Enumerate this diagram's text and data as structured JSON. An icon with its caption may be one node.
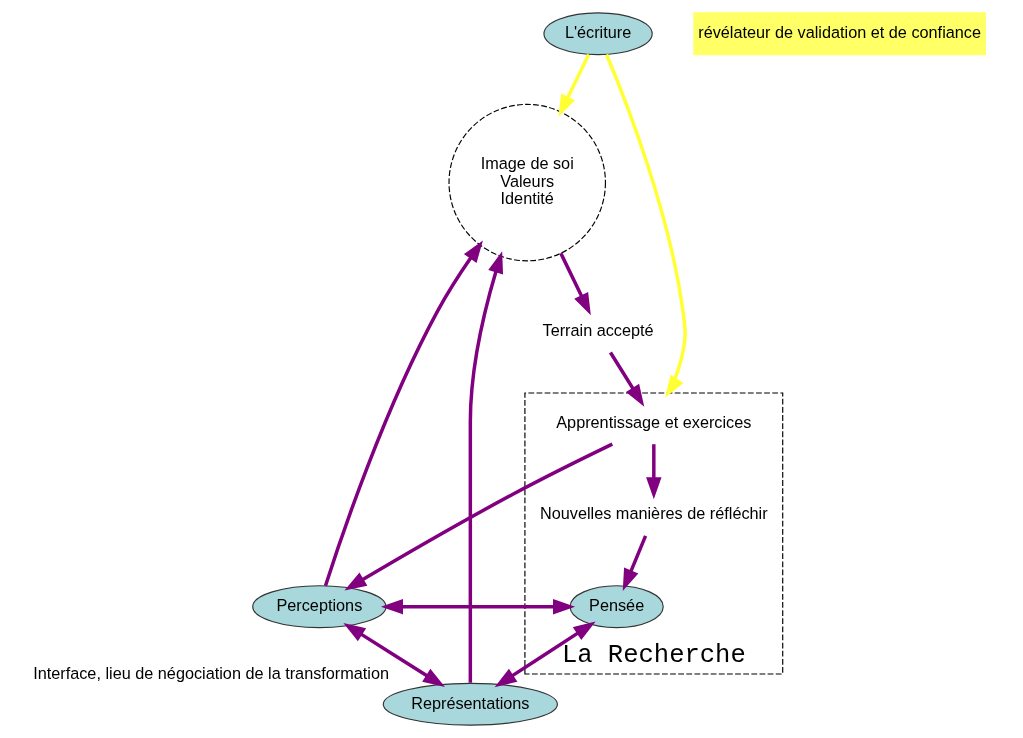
{
  "diagram": {
    "nodes": [
      {
        "text": [
          "L'écriture"
        ]
      },
      {
        "text": [
          "révélateur de validation et de confiance"
        ]
      },
      {
        "text": [
          "Image de soi",
          "Valeurs",
          "Identité"
        ]
      },
      {
        "text": [
          "Terrain accepté"
        ]
      },
      {
        "text": [
          "La Recherche"
        ]
      },
      {
        "text": [
          "Apprentissage et exercices"
        ],
        "in": 4
      },
      {
        "text": [
          "Nouvelles manières de réfléchir"
        ],
        "in": 4
      },
      {
        "text": [
          "Pensée"
        ],
        "in": 4
      },
      {
        "text": [
          "Perceptions"
        ]
      },
      {
        "text": [
          "Représentations"
        ],
        "beside": [
          "Interface, lieu de négociation de la transformation"
        ]
      }
    ],
    "edges": [
      {
        "from": 0,
        "to": 2,
        "arrow": "to",
        "color": "#ffff33"
      },
      {
        "from": 0,
        "to": 4,
        "arrow": "to",
        "color": "#ffff33"
      },
      {
        "from": 2,
        "to": 3,
        "arrow": "to"
      },
      {
        "from": 3,
        "to": 5,
        "arrow": "to"
      },
      {
        "from": 5,
        "to": 8,
        "arrow": "to"
      },
      {
        "from": 5,
        "to": 6,
        "arrow": "to"
      },
      {
        "from": 6,
        "to": 7,
        "arrow": "to"
      },
      {
        "from": 8,
        "to": 2,
        "arrow": "to"
      },
      {
        "from": 7,
        "to": 8,
        "arrow": "both"
      },
      {
        "from": 8,
        "to": 9,
        "arrow": "both"
      },
      {
        "from": 7,
        "to": 9,
        "arrow": "both"
      },
      {
        "from": 9,
        "to": 2,
        "arrow": "to"
      }
    ]
  }
}
